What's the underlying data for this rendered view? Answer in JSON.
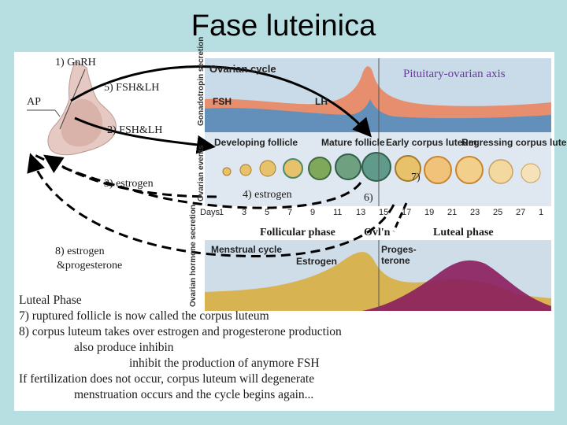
{
  "title": "Fase luteinica",
  "left_labels": {
    "gnrh": "1) GnRH",
    "ap": "AP",
    "fsh_lh_5": "5) FSH&LH",
    "fsh_lh_2": "2) FSH&LH",
    "estrogen_3": "3) estrogen",
    "estrogen_4": "4) estrogen",
    "estrogen_prog_8a": "8) estrogen",
    "estrogen_prog_8b": "&progesterone",
    "step6": "6)",
    "step7": "7)"
  },
  "top_panel": {
    "heading": "Ovarian cycle",
    "axis_title": "Pituitary-ovarian axis",
    "fsh": "FSH",
    "lh": "LH",
    "side": "Gonadotropin secretion"
  },
  "middle_panel": {
    "side": "Ovarian events",
    "stages": [
      "Developing follicle",
      "Mature follicle",
      "Early corpus luteum",
      "Regressing corpus luteum"
    ],
    "days_label": "Days",
    "days": [
      "1",
      "3",
      "5",
      "7",
      "9",
      "11",
      "13",
      "15",
      "17",
      "19",
      "21",
      "23",
      "25",
      "27",
      "1"
    ]
  },
  "phases": {
    "follicular": "Follicular phase",
    "ovulation": "Ovl'n",
    "luteal": "Luteal phase"
  },
  "bottom_panel": {
    "heading": "Menstrual cycle",
    "estrogen": "Estrogen",
    "progesterone_a": "Proges-",
    "progesterone_b": "terone",
    "side": "Ovarian hormone secretion"
  },
  "notes": [
    "Luteal Phase",
    "7) ruptured follicle is now called the corpus luteum",
    "8) corpus luteum takes over estrogen and progesterone production",
    "also produce inhibin",
    "inhibit the production of anymore FSH",
    "If fertilization does not occur, corpus luteum will degenerate",
    "menstruation occurs and the cycle begins again..."
  ],
  "colors": {
    "background": "#b7dfe2",
    "fsh": "#4a90c8",
    "lh": "#e9855f",
    "estrogen": "#d8b04a",
    "progesterone": "#8b1d5e"
  }
}
